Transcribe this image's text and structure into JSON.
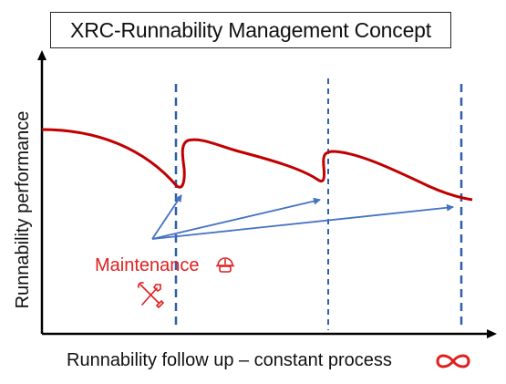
{
  "title": "XRC-Runnability Management Concept",
  "y_axis_label": "Runnability performance",
  "x_axis_label": "Runnability follow up – constant process",
  "maintenance_label": "Maintenance",
  "icons": {
    "helmet": "hard-hat-icon",
    "tools": "wrench-screwdriver-icon",
    "infinity": "infinity-icon"
  },
  "colors": {
    "curve": "#c00000",
    "maintenance_text": "#e02020",
    "arrows": "#4472c4",
    "dashed_lines": "#2e5fa8",
    "axes": "#000000"
  }
}
